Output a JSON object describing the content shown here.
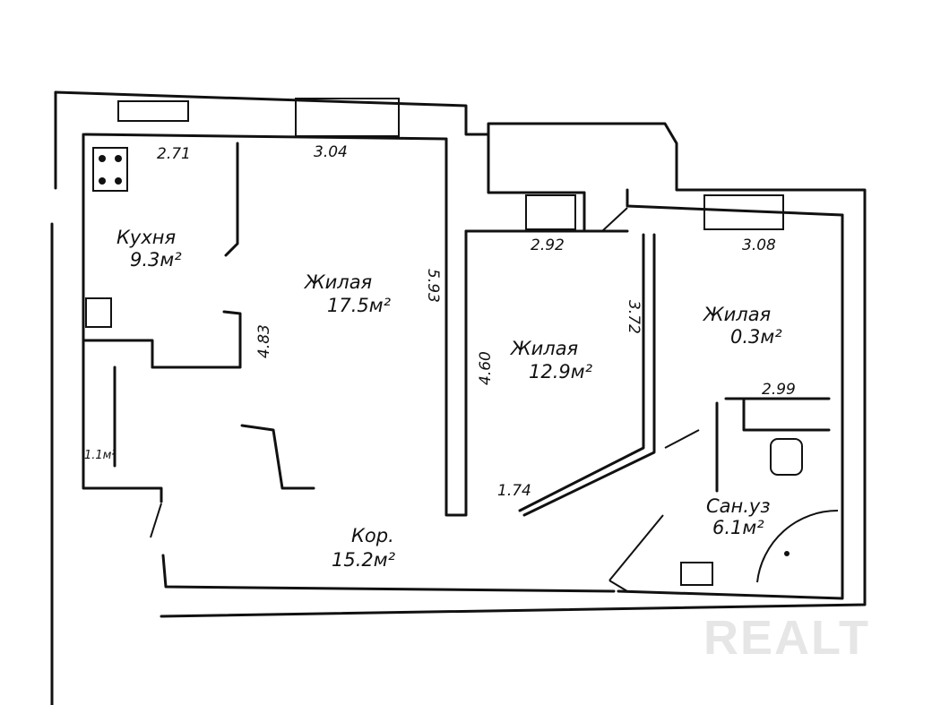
{
  "rooms": {
    "kitchen": {
      "name": "Кухня",
      "area": "9.3м²"
    },
    "living1": {
      "name": "Жилая",
      "area": "17.5м²"
    },
    "living2": {
      "name": "Жилая",
      "area": "12.9м²"
    },
    "living3": {
      "name": "Жилая",
      "area": "0.3м²"
    },
    "bath": {
      "name": "Сан.уз",
      "area": "6.1м²"
    },
    "corridor": {
      "name": "Кор.",
      "area": "15.2м²"
    },
    "closet": {
      "area": "1.1м²"
    }
  },
  "dimensions": [
    "2.71",
    "3.04",
    "5.93",
    "4.83",
    "2.92",
    "3.72",
    "4.60",
    "1.74",
    "3.08",
    "2.99"
  ],
  "watermark": "REALT"
}
